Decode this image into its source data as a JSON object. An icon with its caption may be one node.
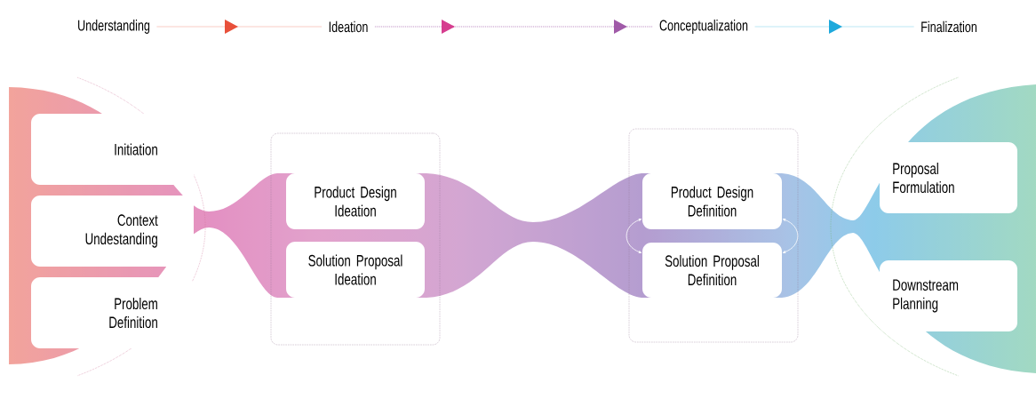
{
  "diagram": {
    "nodes": [
      {
        "text": [
          "Understanding"
        ]
      },
      {
        "text": [
          "Ideation"
        ]
      },
      {
        "text": [
          "Conceptualization"
        ]
      },
      {
        "text": [
          "Finalization"
        ]
      },
      {
        "text": [
          "Initiation"
        ]
      },
      {
        "text": [
          "Context Undestanding"
        ]
      },
      {
        "text": [
          "Problem Definition"
        ]
      },
      {
        "text": [],
        "shape": "box"
      },
      {
        "text": [
          "Product Design Ideation"
        ],
        "in": 7
      },
      {
        "text": [
          "Solution Proposal Ideation"
        ],
        "in": 7
      },
      {
        "text": [],
        "shape": "box"
      },
      {
        "text": [
          "Product Design Definition"
        ],
        "in": 10
      },
      {
        "text": [
          "Solution Proposal Definition"
        ],
        "in": 10
      },
      {
        "text": [
          "Proposal Formulation"
        ]
      },
      {
        "text": [
          "Downstream Planning"
        ]
      }
    ],
    "edges": [
      {
        "from": 0,
        "to": 1,
        "arrow": "to",
        "color": "#e8503a"
      },
      {
        "from": 1,
        "to": 2,
        "arrow": "to",
        "style": "dashed",
        "color": "#a05aa8"
      },
      {
        "from": 2,
        "to": 3,
        "arrow": "to",
        "color": "#1ea9dc"
      },
      {
        "from": 11,
        "to": 12,
        "arrow": "both",
        "color": "#ffffff"
      },
      {
        "from": 11,
        "to": 12,
        "arrow": "both",
        "color": "#ffffff"
      }
    ]
  }
}
